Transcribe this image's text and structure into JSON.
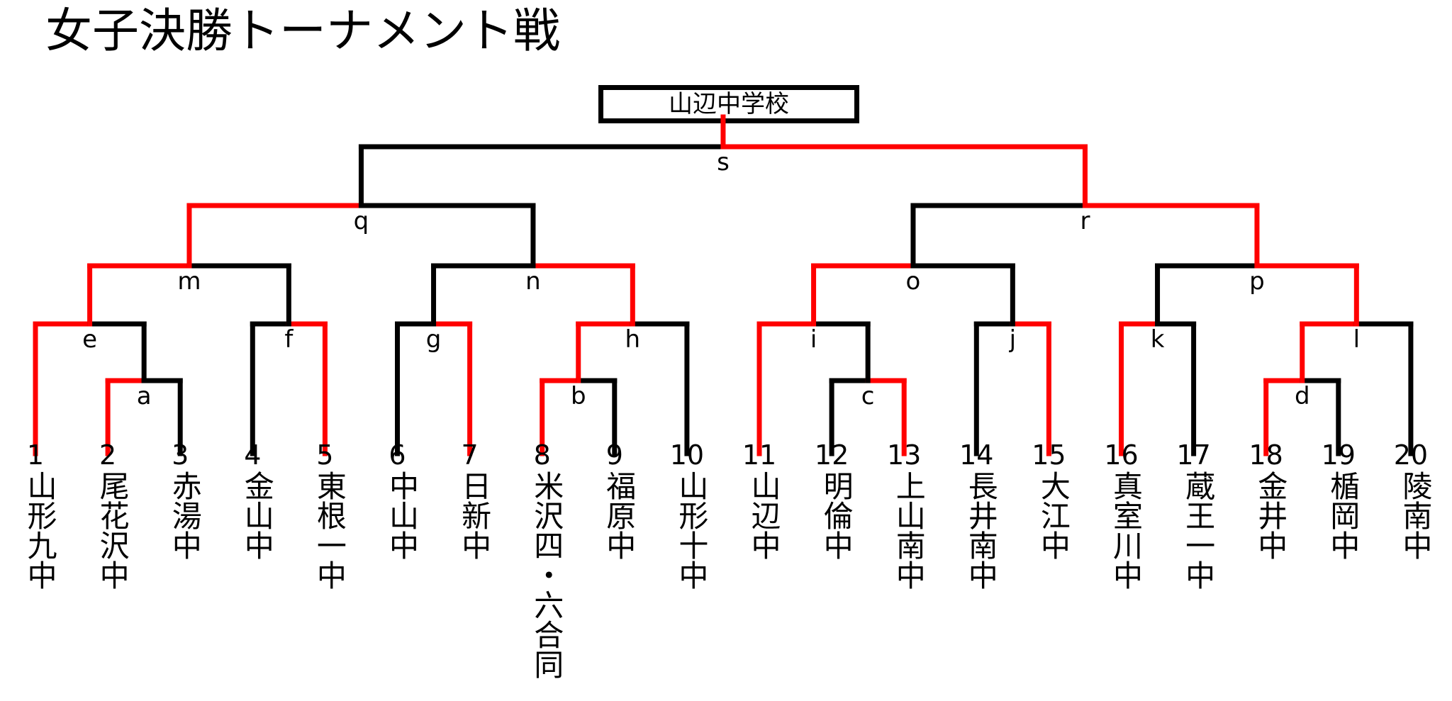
{
  "title": "女子決勝トーナメント戦",
  "winner": "山辺中学校",
  "colors": {
    "won": "#ff0000",
    "lost": "#000000"
  },
  "teams": [
    {
      "seed": "1",
      "name": "山形九中"
    },
    {
      "seed": "2",
      "name": "尾花沢中"
    },
    {
      "seed": "3",
      "name": "赤湯中"
    },
    {
      "seed": "4",
      "name": "金山中"
    },
    {
      "seed": "5",
      "name": "東根一中"
    },
    {
      "seed": "6",
      "name": "中山中"
    },
    {
      "seed": "7",
      "name": "日新中"
    },
    {
      "seed": "8",
      "name": "米沢四・六合同"
    },
    {
      "seed": "9",
      "name": "福原中"
    },
    {
      "seed": "10",
      "name": "山形十中"
    },
    {
      "seed": "11",
      "name": "山辺中"
    },
    {
      "seed": "12",
      "name": "明倫中"
    },
    {
      "seed": "13",
      "name": "上山南中"
    },
    {
      "seed": "14",
      "name": "長井南中"
    },
    {
      "seed": "15",
      "name": "大江中"
    },
    {
      "seed": "16",
      "name": "真室川中"
    },
    {
      "seed": "17",
      "name": "蔵王一中"
    },
    {
      "seed": "18",
      "name": "金井中"
    },
    {
      "seed": "19",
      "name": "楯岡中"
    },
    {
      "seed": "20",
      "name": "陵南中"
    }
  ],
  "matches": [
    {
      "label": "a",
      "left": "2",
      "right": "3",
      "winner": "left"
    },
    {
      "label": "b",
      "left": "8",
      "right": "9",
      "winner": "left"
    },
    {
      "label": "c",
      "left": "12",
      "right": "13",
      "winner": "right"
    },
    {
      "label": "d",
      "left": "18",
      "right": "19",
      "winner": "left"
    },
    {
      "label": "e",
      "left": "1",
      "right": "a",
      "winner": "left"
    },
    {
      "label": "f",
      "left": "4",
      "right": "5",
      "winner": "right"
    },
    {
      "label": "g",
      "left": "6",
      "right": "7",
      "winner": "right"
    },
    {
      "label": "h",
      "left": "b",
      "right": "10",
      "winner": "left"
    },
    {
      "label": "i",
      "left": "11",
      "right": "c",
      "winner": "left"
    },
    {
      "label": "j",
      "left": "14",
      "right": "15",
      "winner": "right"
    },
    {
      "label": "k",
      "left": "16",
      "right": "17",
      "winner": "left"
    },
    {
      "label": "l",
      "left": "d",
      "right": "20",
      "winner": "left"
    },
    {
      "label": "m",
      "left": "e",
      "right": "f",
      "winner": "left"
    },
    {
      "label": "n",
      "left": "g",
      "right": "h",
      "winner": "right"
    },
    {
      "label": "o",
      "left": "i",
      "right": "j",
      "winner": "left"
    },
    {
      "label": "p",
      "left": "k",
      "right": "l",
      "winner": "right"
    },
    {
      "label": "q",
      "left": "m",
      "right": "n",
      "winner": "left"
    },
    {
      "label": "r",
      "left": "o",
      "right": "p",
      "winner": "right"
    },
    {
      "label": "s",
      "left": "q",
      "right": "r",
      "winner": "right"
    }
  ]
}
